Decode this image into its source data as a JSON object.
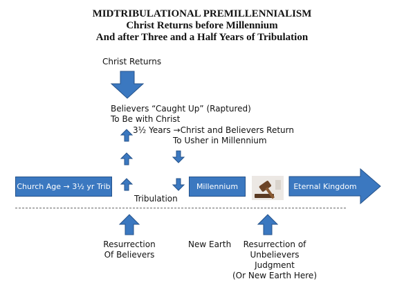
{
  "title": {
    "line1": "MIDTRIBULATIONAL PREMILLENNIALISM",
    "line2": "Christ Returns before Millennium",
    "line3": "And after Three and a Half Years of Tribulation"
  },
  "labels": {
    "christ_returns": "Christ Returns",
    "caught_up_line1": "Believers “Caught Up” (Raptured)",
    "caught_up_line2": "To Be with Christ",
    "return_line1": "3½ Years →Christ and Believers Return",
    "return_line2": "To Usher in Millennium",
    "tribulation": "Tribulation",
    "resurrection_believers_line1": "Resurrection",
    "resurrection_believers_line2": "Of Believers",
    "new_earth": "New Earth",
    "resurrection_unbelievers_line1": "Resurrection of",
    "resurrection_unbelievers_line2": "Unbelievers",
    "judgment": "Judgment",
    "new_earth_here": "(Or New Earth Here)"
  },
  "boxes": {
    "church_age": "Church Age → 3½ yr Trib",
    "millennium": "Millennium",
    "eternal_kingdom": "Eternal Kingdom"
  },
  "icons": {
    "gavel": "gavel-icon"
  },
  "colors": {
    "arrow_fill": "#3b78c0",
    "arrow_stroke": "#25528a"
  }
}
